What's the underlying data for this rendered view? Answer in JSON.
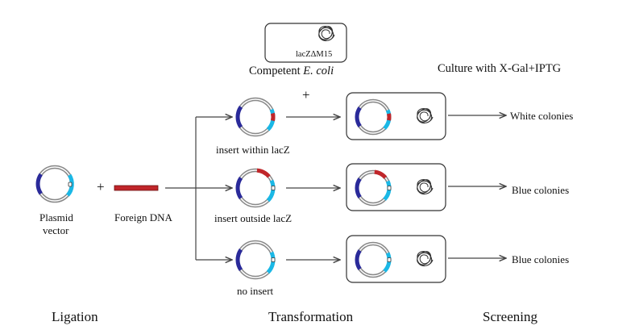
{
  "colors": {
    "dark_blue": "#2a2a9a",
    "cyan": "#1ab8e6",
    "red": "#c0262a",
    "ring": "#888888"
  },
  "competent": {
    "gene_label": "lacZΔM15",
    "label_prefix": "Competent ",
    "label_italic": "E. coli"
  },
  "culture_label": "Culture with X-Gal+IPTG",
  "plus": "+",
  "ligation": {
    "plasmid_label_1": "Plasmid",
    "plasmid_label_2": "vector",
    "foreign_label": "Foreign DNA"
  },
  "rows": [
    {
      "label": "insert within lacZ",
      "result": "White colonies"
    },
    {
      "label": "insert outside lacZ",
      "result": "Blue colonies"
    },
    {
      "label": "no insert",
      "result": "Blue colonies"
    }
  ],
  "stages": {
    "ligation": "Ligation",
    "transformation": "Transformation",
    "screening": "Screening"
  }
}
